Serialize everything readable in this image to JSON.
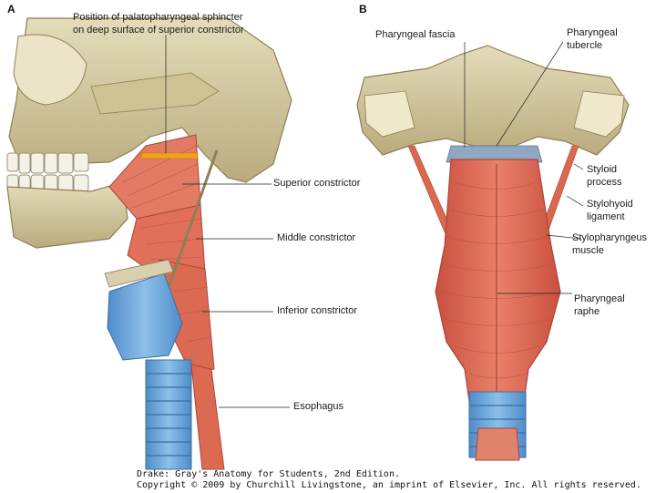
{
  "panels": {
    "a": "A",
    "b": "B"
  },
  "labels": {
    "palatopharyngeal_line1": "Position of palatopharyngeal sphincter",
    "palatopharyngeal_line2": "on deep surface of superior constrictor",
    "superior_constrictor": "Superior constrictor",
    "middle_constrictor": "Middle constrictor",
    "inferior_constrictor": "Inferior constrictor",
    "esophagus": "Esophagus",
    "pharyngeal_fascia": "Pharyngeal fascia",
    "pharyngeal_tubercle_line1": "Pharyngeal",
    "pharyngeal_tubercle_line2": "tubercle",
    "styloid_line1": "Styloid",
    "styloid_line2": "process",
    "stylohyoid_line1": "Stylohyoid",
    "stylohyoid_line2": "ligament",
    "stylopharyngeus_line1": "Stylopharyngeus",
    "stylopharyngeus_line2": "muscle",
    "raphe_line1": "Pharyngeal",
    "raphe_line2": "raphe"
  },
  "credit": {
    "line1": "Drake: Gray's Anatomy for Students, 2nd Edition.",
    "line2": "Copyright © 2009 by Churchill Livingstone, an imprint of Elsevier, Inc. All rights reserved."
  },
  "colors": {
    "bone": "#d9cfa7",
    "bone_shadow": "#a8996b",
    "muscle": "#e0705a",
    "muscle_dark": "#b8473a",
    "cartilage": "#6fa9d9",
    "trachea": "#6c9fd2",
    "sphincter": "#f2a21a"
  }
}
